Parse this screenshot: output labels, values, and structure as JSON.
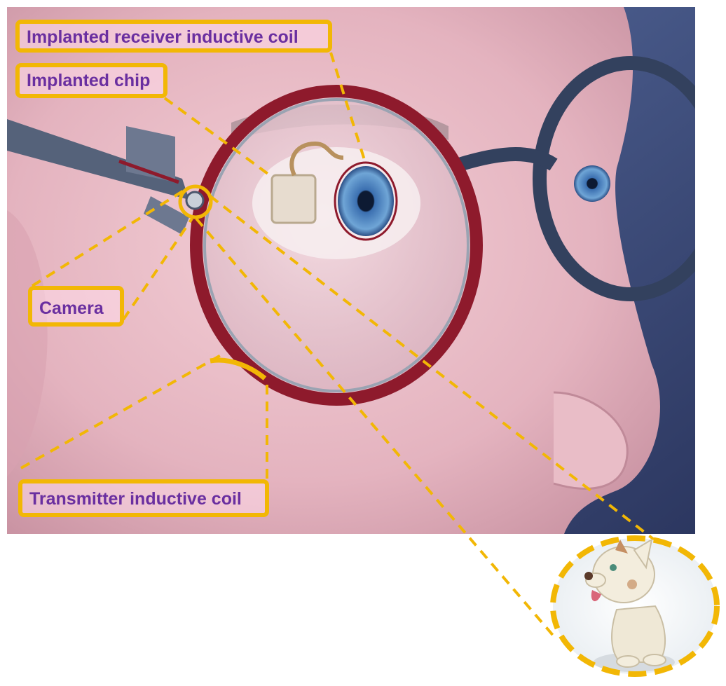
{
  "figure": {
    "labels": {
      "receiver_coil": "Implanted receiver inductive coil",
      "chip": "Implanted chip",
      "camera": "Camera",
      "transmitter_coil": "Transmitter inductive coil"
    },
    "colors": {
      "callout": "#f2b705",
      "label_text": "#6a2fa0",
      "coil_red": "#8e1a2c",
      "frame": "#3e4d6a",
      "skin": "#e8b7c1",
      "background": "#4b5f8f"
    },
    "inset_image": "cartoon-dog"
  }
}
